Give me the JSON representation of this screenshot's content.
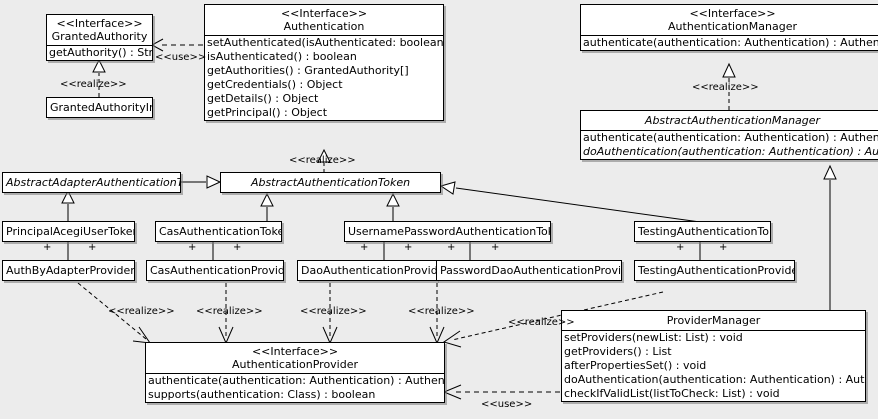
{
  "diagram": {
    "type": "uml-class-diagram",
    "background_color": "#ececec",
    "box_fill": "#ffffff",
    "line_color": "#000000"
  },
  "stereotypes": {
    "interface": "<<Interface>>",
    "realize": "<<realize>>",
    "use": "<<use>>"
  },
  "classes": {
    "granted_authority": {
      "stereotype": "<<Interface>>",
      "name": "GrantedAuthority",
      "operations": [
        "getAuthority() : String"
      ]
    },
    "granted_authority_impl": {
      "name": "GrantedAuthorityImpl"
    },
    "authentication": {
      "stereotype": "<<Interface>>",
      "name": "Authentication",
      "operations": [
        "setAuthenticated(isAuthenticated: boolean) : void",
        "isAuthenticated() : boolean",
        "getAuthorities() : GrantedAuthority[]",
        "getCredentials() : Object",
        "getDetails() : Object",
        "getPrincipal() : Object"
      ]
    },
    "authentication_manager": {
      "stereotype": "<<Interface>>",
      "name": "AuthenticationManager",
      "operations": [
        "authenticate(authentication: Authentication) : Authentication"
      ]
    },
    "abstract_authentication_manager": {
      "name": "AbstractAuthenticationManager",
      "operations": [
        "authenticate(authentication: Authentication) : Authentication",
        "doAuthentication(authentication: Authentication) : Authentication"
      ]
    },
    "abstract_adapter_authentication_token": {
      "name": "AbstractAdapterAuthenticationToken"
    },
    "abstract_authentication_token": {
      "name": "AbstractAuthenticationToken"
    },
    "principal_acegi_user_token": {
      "name": "PrincipalAcegiUserToken"
    },
    "cas_authentication_token": {
      "name": "CasAuthenticationToken"
    },
    "username_password_authentication_token": {
      "name": "UsernamePasswordAuthenticationToken"
    },
    "testing_authentication_token": {
      "name": "TestingAuthenticationToken"
    },
    "auth_by_adapter_provider": {
      "name": "AuthByAdapterProvider"
    },
    "cas_authentication_provider": {
      "name": "CasAuthenticationProvider"
    },
    "dao_authentication_provider": {
      "name": "DaoAuthenticationProvider"
    },
    "password_dao_authentication_provider": {
      "name": "PasswordDaoAuthenticationProvider"
    },
    "testing_authentication_provider": {
      "name": "TestingAuthenticationProvider"
    },
    "authentication_provider": {
      "stereotype": "<<Interface>>",
      "name": "AuthenticationProvider",
      "operations": [
        "authenticate(authentication: Authentication) : Authentication",
        "supports(authentication: Class) : boolean"
      ]
    },
    "provider_manager": {
      "name": "ProviderManager",
      "operations": [
        "setProviders(newList: List) : void",
        "getProviders() : List",
        "afterPropertiesSet() : void",
        "doAuthentication(authentication: Authentication) : Authentication",
        "checkIfValidList(listToCheck: List) : void"
      ]
    }
  },
  "edge_labels": {
    "use_authentication_granted": "<<use>>",
    "realize_granted_impl": "<<realize>>",
    "realize_auth_token_authentication": "<<realize>>",
    "realize_abstract_auth_manager": "<<realize>>",
    "realize_auth_by_adapter": "<<realize>>",
    "realize_cas_provider": "<<realize>>",
    "realize_dao_provider": "<<realize>>",
    "realize_password_dao_provider": "<<realize>>",
    "realize_testing_provider": "<<realize>>",
    "use_provider_manager": "<<use>>"
  },
  "association_markers": {
    "plus": "+"
  }
}
